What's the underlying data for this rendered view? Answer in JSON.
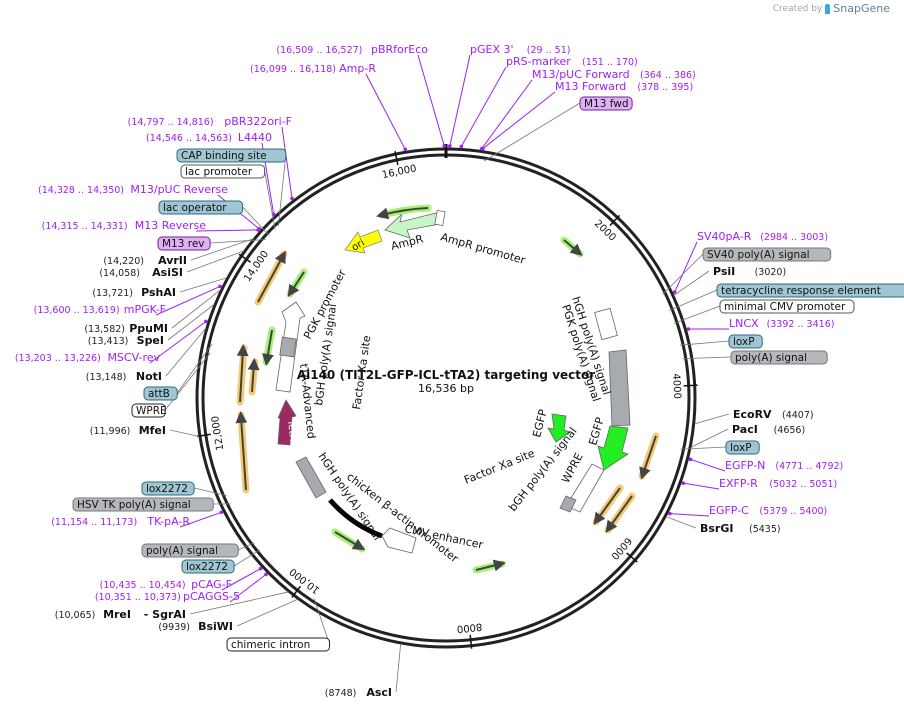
{
  "brand": {
    "created_by": "Created by",
    "app": "SnapGene"
  },
  "plasmid": {
    "name": "Ai140 (TIT2L-GFP-ICL-tTA2) targeting vector",
    "length_label": "16,536 bp",
    "length": 16536
  },
  "ticks": [
    {
      "bp": 2000,
      "label": "2000"
    },
    {
      "bp": 4000,
      "label": "4000"
    },
    {
      "bp": 6000,
      "label": "6000"
    },
    {
      "bp": 8000,
      "label": "8000"
    },
    {
      "bp": 10000,
      "label": "10,000"
    },
    {
      "bp": 12000,
      "label": "12,000"
    },
    {
      "bp": 14000,
      "label": "14,000"
    },
    {
      "bp": 16000,
      "label": "16,000"
    }
  ],
  "primers": [
    {
      "name": "pBRforEco",
      "range": "(16,509 .. 16,527)",
      "bp": 16518
    },
    {
      "name": "Amp-R",
      "range": "(16,099 .. 16,118)",
      "bp": 16108
    },
    {
      "name": "pGEX 3'",
      "range": "(29 .. 51)",
      "bp": 40
    },
    {
      "name": "pRS-marker",
      "range": "(151 .. 170)",
      "bp": 160
    },
    {
      "name": "M13/pUC Forward",
      "range": "(364 .. 386)",
      "bp": 375
    },
    {
      "name": "M13 Forward",
      "range": "(378 .. 395)",
      "bp": 386
    },
    {
      "name": "pBR322ori-F",
      "range": "(14,797 .. 14,816)",
      "bp": 14806
    },
    {
      "name": "L4440",
      "range": "(14,546 .. 14,563)",
      "bp": 14554
    },
    {
      "name": "M13/pUC Reverse",
      "range": "(14,328 .. 14,350)",
      "bp": 14339
    },
    {
      "name": "M13 Reverse",
      "range": "(14,315 .. 14,331)",
      "bp": 14323
    },
    {
      "name": "mPGK-F",
      "range": "(13,600 .. 13,619)",
      "bp": 13609
    },
    {
      "name": "MSCV-rev",
      "range": "(13,203 .. 13,226)",
      "bp": 13214
    },
    {
      "name": "TK-pA-R",
      "range": "(11,154 .. 11,173)",
      "bp": 11163
    },
    {
      "name": "pCAG-F",
      "range": "(10,435 .. 10,454)",
      "bp": 10444
    },
    {
      "name": "pCAGGS-5",
      "range": "(10,351 .. 10,373)",
      "bp": 10362
    },
    {
      "name": "SV40pA-R",
      "range": "(2984 .. 3003)",
      "bp": 2993
    },
    {
      "name": "LNCX",
      "range": "(3392 .. 3416)",
      "bp": 3404
    },
    {
      "name": "EGFP-N",
      "range": "(4771 .. 4792)",
      "bp": 4781
    },
    {
      "name": "EXFP-R",
      "range": "(5032 .. 5051)",
      "bp": 5041
    },
    {
      "name": "EGFP-C",
      "range": "(5379 .. 5400)",
      "bp": 5389
    }
  ],
  "enzymes": [
    {
      "name": "AvrII",
      "pos": "(14,220)",
      "bp": 14220
    },
    {
      "name": "AsiSI",
      "pos": "(14,058)",
      "bp": 14058
    },
    {
      "name": "PshAI",
      "pos": "(13,721)",
      "bp": 13721
    },
    {
      "name": "PpuMI",
      "pos": "(13,582)",
      "bp": 13582
    },
    {
      "name": "SpeI",
      "pos": "(13,413)",
      "bp": 13413
    },
    {
      "name": "NotI",
      "pos": "(13,148)",
      "bp": 13148
    },
    {
      "name": "MfeI",
      "pos": "(11,996)",
      "bp": 11996
    },
    {
      "name": "MreI",
      "pos": "(10,065)",
      "bp": 10065,
      "extra": "- SgrAI"
    },
    {
      "name": "BsiWI",
      "pos": "(9939)",
      "bp": 9939
    },
    {
      "name": "AscI",
      "pos": "(8748)",
      "bp": 8748
    },
    {
      "name": "PsiI",
      "pos": "(3020)",
      "bp": 3020
    },
    {
      "name": "EcoRV",
      "pos": "(4407)",
      "bp": 4407
    },
    {
      "name": "PacI",
      "pos": "(4656)",
      "bp": 4656
    },
    {
      "name": "BsrGI",
      "pos": "(5435)",
      "bp": 5435
    }
  ],
  "feature_boxes": [
    {
      "label": "M13 fwd",
      "kind": "primer_bind"
    },
    {
      "label": "CAP binding site",
      "kind": "protein_bind"
    },
    {
      "label": "lac promoter",
      "kind": "promoter"
    },
    {
      "label": "lac operator",
      "kind": "protein_bind"
    },
    {
      "label": "M13 rev",
      "kind": "primer_bind"
    },
    {
      "label": "attB",
      "kind": "protein_bind"
    },
    {
      "label": "WPRE",
      "kind": "misc"
    },
    {
      "label": "lox2272",
      "kind": "protein_bind"
    },
    {
      "label": "HSV TK poly(A) signal",
      "kind": "polyA"
    },
    {
      "label": "poly(A) signal",
      "kind": "polyA"
    },
    {
      "label": "lox2272",
      "kind": "protein_bind"
    },
    {
      "label": "chimeric intron",
      "kind": "misc"
    },
    {
      "label": "SV40 poly(A) signal",
      "kind": "polyA"
    },
    {
      "label": "tetracycline response element",
      "kind": "protein_bind"
    },
    {
      "label": "minimal CMV promoter",
      "kind": "promoter"
    },
    {
      "label": "loxP",
      "kind": "protein_bind"
    },
    {
      "label": "poly(A) signal",
      "kind": "polyA"
    },
    {
      "label": "loxP",
      "kind": "protein_bind"
    }
  ],
  "inner_labels": {
    "ampr": "AmpR",
    "ampr_promoter": "AmpR promoter",
    "ori": "ori",
    "pgk_promoter": "PGK promoter",
    "bgh_polya_left": "bGH poly(A) signal",
    "factor_xa_left": "Factor Xa site",
    "tta": "tTA-Advanced",
    "tetr": "TetR",
    "hgh_polya_bottom": "hGH poly(A) signal",
    "chicken_actin": "chicken β-actin promoter",
    "cmv_enhancer": "CMV enhancer",
    "factor_xa_right": "Factor Xa site",
    "egfp_inner": "EGFP",
    "bgh_polya_right": "bGH poly(A) signal",
    "wpre": "WPRE",
    "egfp": "EGFP",
    "hgh_polya_right": "hGH poly(A) signal",
    "pgk_polya": "PGK poly(A) signal"
  },
  "colors": {
    "primer": "#a020f0",
    "primer_box": "#e0b0f6",
    "protein_bind": "#9fc6d2",
    "polyA": "#b4b8bd",
    "ampr": "#c8f5c8",
    "ori": "#ffff00",
    "egfp": "#22ee22",
    "tetr": "#9b2a63",
    "orf_orange": "#f8c878",
    "orf_green": "#a6f07a",
    "backbone": "#222222"
  }
}
